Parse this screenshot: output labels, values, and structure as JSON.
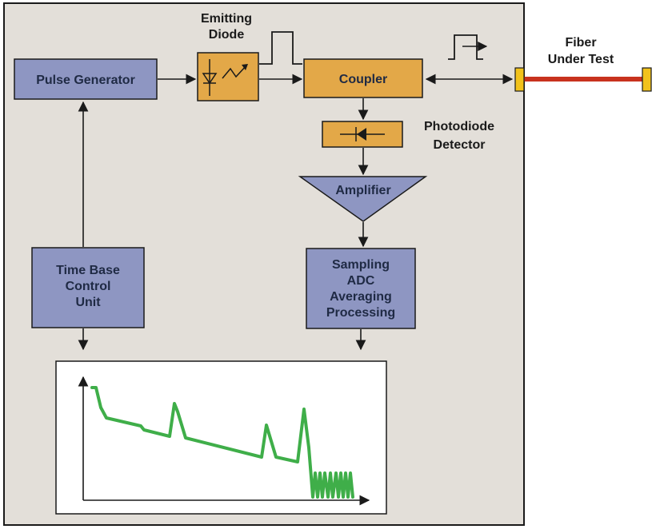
{
  "blocks": {
    "pulse_generator": "Pulse Generator",
    "coupler": "Coupler",
    "amplifier": "Amplifier",
    "time_base": [
      "Time Base",
      "Control",
      "Unit"
    ],
    "sampling": [
      "Sampling",
      "ADC",
      "Averaging",
      "Processing"
    ]
  },
  "labels": {
    "emitting_diode": [
      "Emitting",
      "Diode"
    ],
    "photodiode": [
      "Photodiode",
      "Detector"
    ],
    "fiber": [
      "Fiber",
      "Under Test"
    ]
  },
  "colors": {
    "panel": "#e3dfd9",
    "block_blue": "#8e96c2",
    "block_orange": "#e3a848",
    "trace_green": "#3fae49",
    "fiber_red": "#c8321e",
    "connector_yellow": "#f2c21b"
  }
}
